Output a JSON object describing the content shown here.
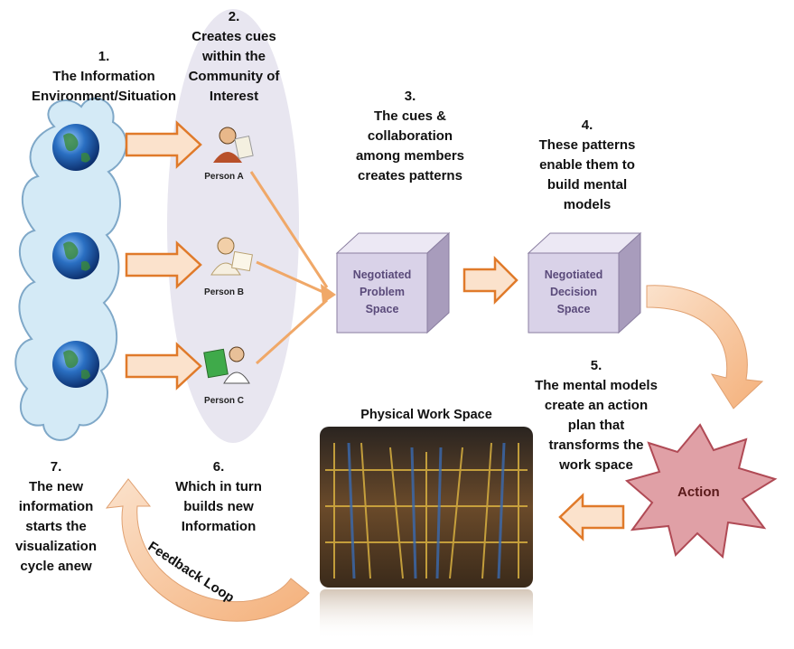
{
  "steps": {
    "s1": {
      "num": "1.",
      "text": "The Information Environment/Situation"
    },
    "s2": {
      "num": "2.",
      "text": "Creates cues within the Community of Interest"
    },
    "s3": {
      "num": "3.",
      "text": "The cues & collaboration among members creates patterns"
    },
    "s4": {
      "num": "4.",
      "text": "These patterns enable them to build mental models"
    },
    "s5": {
      "num": "5.",
      "text": "The mental models create an action plan that transforms the work space"
    },
    "s6": {
      "num": "6.",
      "text": "Which in turn builds new Information"
    },
    "s7": {
      "num": "7.",
      "text": "The new information starts the visualization cycle anew"
    }
  },
  "persons": [
    "Person A",
    "Person B",
    "Person C"
  ],
  "boxes": {
    "problem": [
      "Negotiated",
      "Problem",
      "Space"
    ],
    "decision": [
      "Negotiated",
      "Decision",
      "Space"
    ]
  },
  "action_label": "Action",
  "workspace_title": "Physical Work Space",
  "feedback_label": "Feedback Loop",
  "colors": {
    "arrow_fill": "#fbe2cc",
    "arrow_stroke": "#e07a2a",
    "connector": "#f0a868",
    "cloud_fill": "#d4eaf6",
    "cloud_stroke": "#7fa8c8",
    "ellipse_fill": "#e8e6f0",
    "cube_front": "#d9d2e8",
    "cube_top": "#ece8f4",
    "cube_side": "#a89cbc",
    "starburst_fill": "#e0a0a6",
    "starburst_stroke": "#b04a55"
  },
  "icons": [
    "globe-icon",
    "person-icon",
    "warehouse-photo"
  ]
}
